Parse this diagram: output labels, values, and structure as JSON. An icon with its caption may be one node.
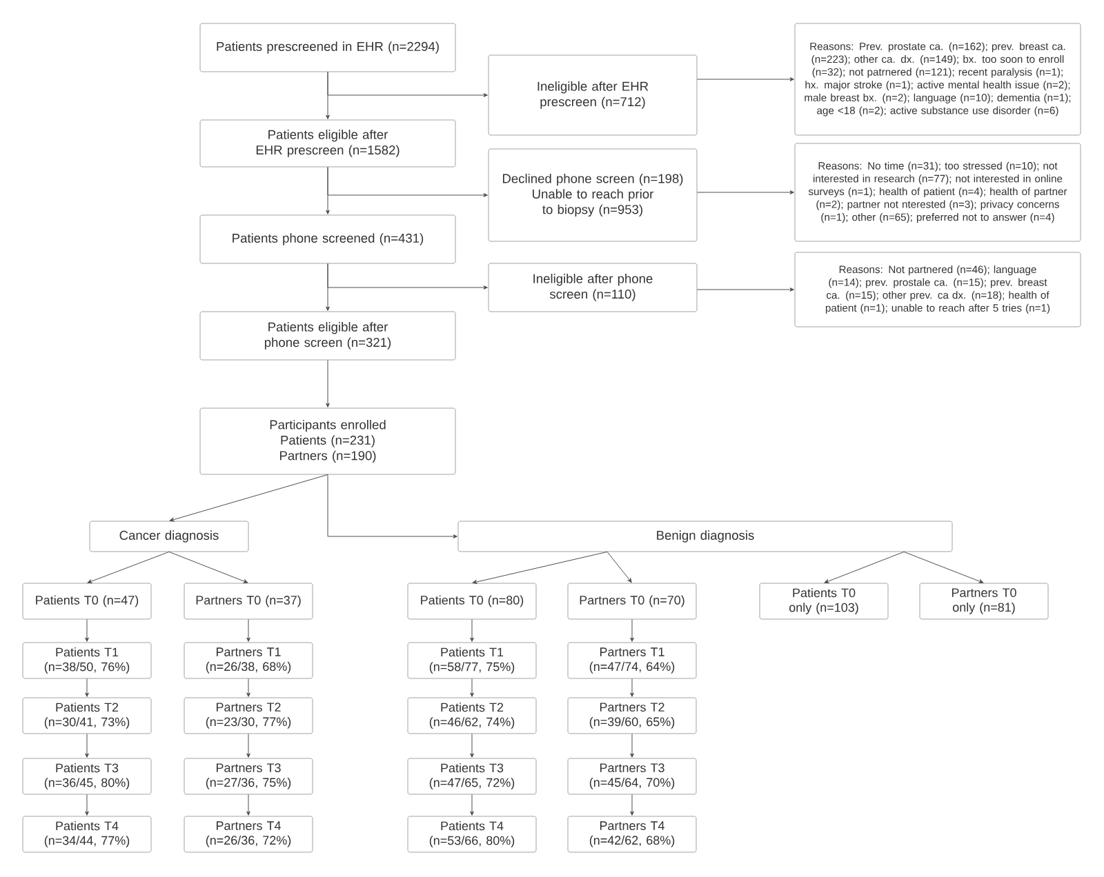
{
  "diagram": {
    "nodes": [
      {
        "text": [
          "Patients prescreened in EHR (n=2294)"
        ]
      },
      {
        "text": [
          "Ineligible after EHR prescreen (n=712)"
        ]
      },
      {
        "text": [
          "Reasons: Prev. prostate ca. (n=162); prev. breast ca. (n=223); other ca. dx. (n=149); bx. too soon to enroll (n=32); not patrnered (n=121); recent paralysis (n=1); hx. major stroke (n=1); active mental health issue (n=2); male breast bx. (n=2); language (n=10); dementia (n=1); age <18 (n=2); active substance use disorder (n=6)"
        ]
      },
      {
        "text": [
          "Patients eligible after EHR prescreen (n=1582)"
        ]
      },
      {
        "text": [
          "Declined phone screen (n=198)",
          "Unable to reach prior to biopsy (n=953)"
        ]
      },
      {
        "text": [
          "Reasons: No time (n=31); too stressed (n=10); not interested in research (n=77); not interested in online surveys (n=1); health of patient (n=4); health of partner (n=2); partner not nterested (n=3); privacy concerns (n=1); other (n=65); preferred not to answer (n=4)"
        ]
      },
      {
        "text": [
          "Patients phone screened (n=431)"
        ]
      },
      {
        "text": [
          "Ineligible after phone screen (n=110)"
        ]
      },
      {
        "text": [
          "Reasons: Not partnered (n=46); language (n=14); prev. prostale ca. (n=15); prev. breast ca. (n=15); other prev. ca dx. (n=18); health of patient (n=1); unable to reach after 5 tries (n=1)"
        ]
      },
      {
        "text": [
          "Patients eligible after phone screen (n=321)"
        ]
      },
      {
        "text": [
          "Participants enrolled",
          "Patients (n=231)",
          "Partners (n=190)"
        ]
      },
      {
        "text": [
          "Cancer diagnosis"
        ]
      },
      {
        "text": [
          "Benign diagnosis"
        ]
      },
      {
        "text": [
          "Patients T0 (n=47)"
        ]
      },
      {
        "text": [
          "Patients T1 (n=38/50, 76%)"
        ]
      },
      {
        "text": [
          "Patients T2 (n=30/41, 73%)"
        ]
      },
      {
        "text": [
          "Patients T3 (n=36/45, 80%)"
        ]
      },
      {
        "text": [
          "Patients T4 (n=34/44, 77%)"
        ]
      },
      {
        "text": [
          "Partners T0 (n=37)"
        ]
      },
      {
        "text": [
          "Partners T1 (n=26/38, 68%)"
        ]
      },
      {
        "text": [
          "Partners T2 (n=23/30, 77%)"
        ]
      },
      {
        "text": [
          "Partners T3 (n=27/36, 75%)"
        ]
      },
      {
        "text": [
          "Partners T4 (n=26/36, 72%)"
        ]
      },
      {
        "text": [
          "Patients T0 (n=80)"
        ]
      },
      {
        "text": [
          "Patients T1 (n=58/77, 75%)"
        ]
      },
      {
        "text": [
          "Patients T2 (n=46/62, 74%)"
        ]
      },
      {
        "text": [
          "Patients T3 (n=47/65, 72%)"
        ]
      },
      {
        "text": [
          "Patients T4 (n=53/66, 80%)"
        ]
      },
      {
        "text": [
          "Partners T0 (n=70)"
        ]
      },
      {
        "text": [
          "Partners T1 (n=47/74, 64%)"
        ]
      },
      {
        "text": [
          "Partners T2 (n=39/60, 65%)"
        ]
      },
      {
        "text": [
          "Partners T3 (n=45/64, 70%)"
        ]
      },
      {
        "text": [
          "Partners T4 (n=42/62, 68%)"
        ]
      },
      {
        "text": [
          "Patients T0 only (n=103)"
        ]
      },
      {
        "text": [
          "Partners T0 only (n=81)"
        ]
      }
    ],
    "edges": [
      {
        "from": 0,
        "to": 3,
        "arrow": "to"
      },
      {
        "from": 0,
        "to": 1,
        "arrow": "to"
      },
      {
        "from": 1,
        "to": 2,
        "arrow": "to"
      },
      {
        "from": 3,
        "to": 6,
        "arrow": "to"
      },
      {
        "from": 3,
        "to": 4,
        "arrow": "to"
      },
      {
        "from": 4,
        "to": 5,
        "arrow": "to"
      },
      {
        "from": 6,
        "to": 9,
        "arrow": "to"
      },
      {
        "from": 6,
        "to": 7,
        "arrow": "to"
      },
      {
        "from": 7,
        "to": 8,
        "arrow": "to"
      },
      {
        "from": 9,
        "to": 10,
        "arrow": "to"
      },
      {
        "from": 10,
        "to": 11,
        "arrow": "to"
      },
      {
        "from": 10,
        "to": 12,
        "arrow": "to"
      },
      {
        "from": 11,
        "to": 13,
        "arrow": "to"
      },
      {
        "from": 11,
        "to": 18,
        "arrow": "to"
      },
      {
        "from": 12,
        "to": 23,
        "arrow": "to"
      },
      {
        "from": 12,
        "to": 28,
        "arrow": "to"
      },
      {
        "from": 12,
        "to": 33,
        "arrow": "to"
      },
      {
        "from": 12,
        "to": 34,
        "arrow": "to"
      },
      {
        "from": 13,
        "to": 14,
        "arrow": "to"
      },
      {
        "from": 14,
        "to": 15,
        "arrow": "to"
      },
      {
        "from": 15,
        "to": 16,
        "arrow": "to"
      },
      {
        "from": 16,
        "to": 17,
        "arrow": "to"
      },
      {
        "from": 18,
        "to": 19,
        "arrow": "to"
      },
      {
        "from": 19,
        "to": 20,
        "arrow": "to"
      },
      {
        "from": 20,
        "to": 21,
        "arrow": "to"
      },
      {
        "from": 21,
        "to": 22,
        "arrow": "to"
      },
      {
        "from": 23,
        "to": 24,
        "arrow": "to"
      },
      {
        "from": 24,
        "to": 25,
        "arrow": "to"
      },
      {
        "from": 25,
        "to": 26,
        "arrow": "to"
      },
      {
        "from": 26,
        "to": 27,
        "arrow": "to"
      },
      {
        "from": 28,
        "to": 29,
        "arrow": "to"
      },
      {
        "from": 29,
        "to": 30,
        "arrow": "to"
      },
      {
        "from": 30,
        "to": 31,
        "arrow": "to"
      },
      {
        "from": 31,
        "to": 32,
        "arrow": "to"
      }
    ]
  }
}
